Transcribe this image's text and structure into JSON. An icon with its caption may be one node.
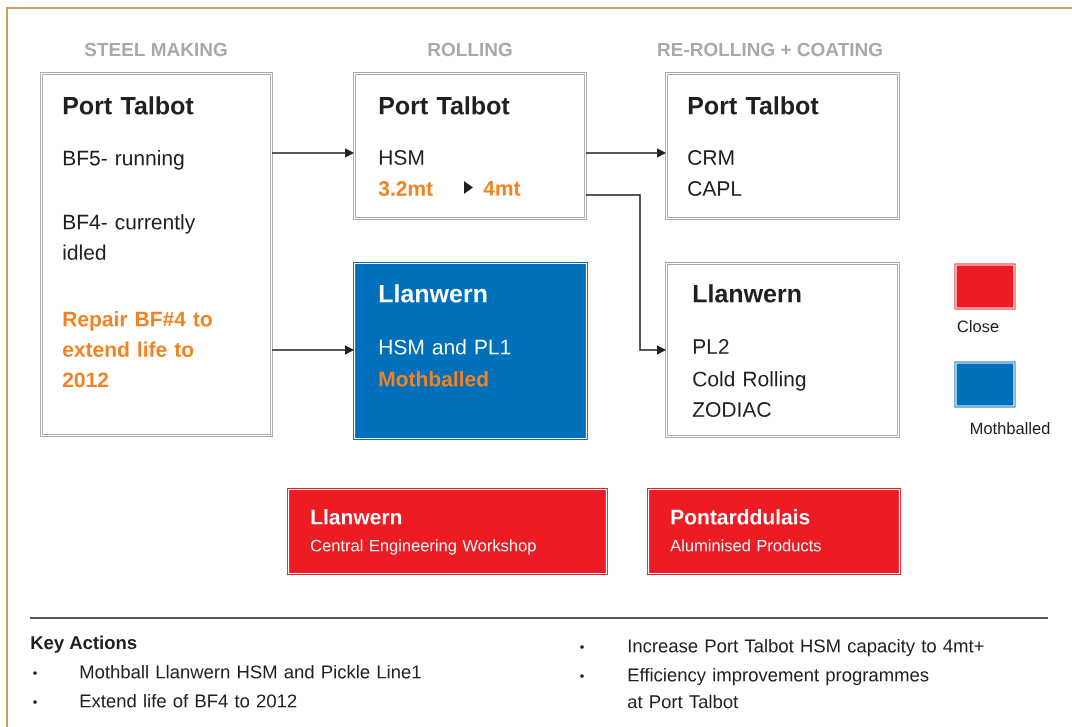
{
  "diagram": {
    "nodes": [
      {
        "text": [
          "Port Talbot",
          "BF5- running",
          "BF4- currently idled",
          "Repair BF#4 to extend life to 2012"
        ]
      },
      {
        "text": [
          "Port Talbot",
          "HSM",
          "3.2mt",
          "4mt"
        ]
      },
      {
        "text": [
          "Port Talbot",
          "CRM",
          "CAPL"
        ]
      },
      {
        "text": [
          "Llanwern",
          "HSM and PL1",
          "Mothballed"
        ]
      },
      {
        "text": [
          "Llanwern",
          "PL2",
          "Cold Rolling",
          "ZODIAC"
        ]
      },
      {
        "text": [
          "Llanwern",
          "Central Engineering Workshop"
        ]
      },
      {
        "text": [
          "Pontarddulais",
          "Aluminised Products"
        ]
      }
    ],
    "edges": [
      {
        "from": 0,
        "to": 1,
        "arrow": "to"
      },
      {
        "from": 0,
        "to": 3,
        "arrow": "to"
      },
      {
        "from": 1,
        "to": 2,
        "arrow": "to"
      },
      {
        "from": 1,
        "to": 4,
        "arrow": "to"
      }
    ],
    "labels": [
      "STEEL MAKING",
      "ROLLING",
      "RE-ROLLING + COATING",
      "Key Actions",
      "Mothball Llanwern HSM and Pickle Line1",
      "Increase Port Talbot HSM capacity to 4mt+",
      "Extend life of BF4 to 2012",
      "Efficiency improvement programmes at Port Talbot"
    ],
    "legend": [
      {
        "text": "Close",
        "color": "#ed1c24"
      },
      {
        "text": "Mothballed",
        "color": "#0070bb"
      }
    ]
  }
}
